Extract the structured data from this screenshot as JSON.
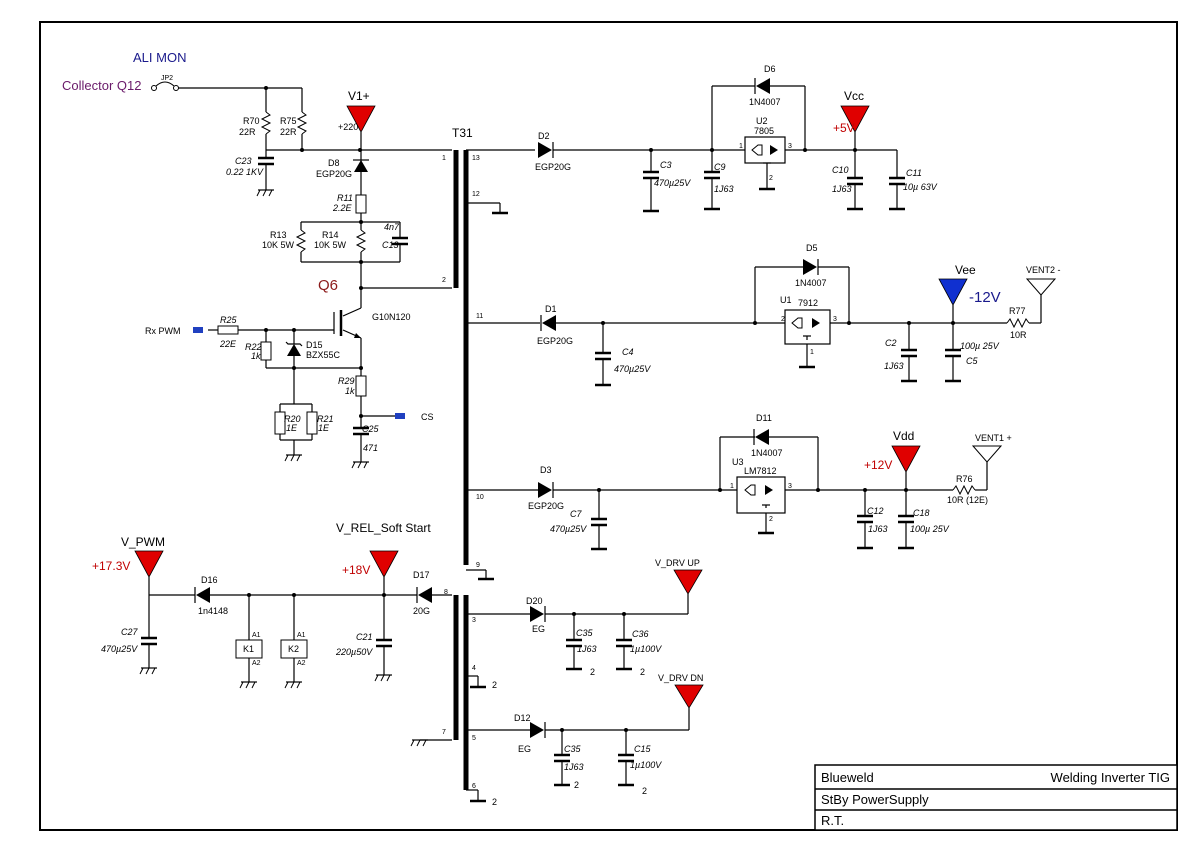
{
  "title_block": {
    "company": "Blueweld",
    "product": "Welding Inverter TIG",
    "sheet_title": "StBy PowerSupply",
    "author": "R.T."
  },
  "transformer": {
    "ref": "T31",
    "pins": [
      "1",
      "2",
      "13",
      "12",
      "11",
      "10",
      "9",
      "8",
      "3",
      "4",
      "7",
      "5",
      "6"
    ]
  },
  "nets": {
    "ali_mon": "ALI MON",
    "collector_q12": "Collector Q12",
    "jp2": "JP2",
    "v1_plus": "V1+",
    "v1_value": "+220",
    "rx_pwm": "Rx PWM",
    "cs": "CS",
    "vcc": "Vcc",
    "vcc_value": "+5V",
    "vee": "Vee",
    "vee_value": "-12V",
    "vdd": "Vdd",
    "vdd_value": "+12V",
    "vent2": "VENT2 -",
    "vent1": "VENT1 +",
    "v_pwm": "V_PWM",
    "v_pwm_value": "+17.3V",
    "v_rel": "V_REL_Soft Start",
    "v_rel_value": "+18V",
    "v_drv_up": "V_DRV UP",
    "v_drv_dn": "V_DRV DN",
    "q6": "Q6",
    "q6_part": "G10N120"
  },
  "components": {
    "r70": "R70",
    "r70_val": "22R",
    "r75": "R75",
    "r75_val": "22R",
    "c23": "C23",
    "c23_val": "0.22 1KV",
    "d8": "D8",
    "d8_val": "EGP20G",
    "r11": "R11",
    "r11_val": "2.2E",
    "r13": "R13",
    "r13_val": "10K 5W",
    "r14": "R14",
    "r14_val": "10K 5W",
    "c13": "C13",
    "c13_val": "4n7",
    "r25": "R25",
    "r25_val": "22E",
    "r22": "R22",
    "r22_val": "1k",
    "d15": "D15",
    "d15_val": "BZX55C",
    "r29": "R29",
    "r29_val": "1k",
    "r20": "R20",
    "r20_val": "1E",
    "r21": "R21",
    "r21_val": "1E",
    "c25": "C25",
    "c25_val": "471",
    "d2": "D2",
    "d2_val": "EGP20G",
    "c3": "C3",
    "c3_val": "470µ25V",
    "c9": "C9",
    "c9_val": "1J63",
    "u2": "U2",
    "u2_val": "7805",
    "d6": "D6",
    "d6_val": "1N4007",
    "c10": "C10",
    "c10_val": "1J63",
    "c11": "C11",
    "c11_val": "10µ 63V",
    "d1": "D1",
    "d1_val": "EGP20G",
    "c4": "C4",
    "c4_val": "470µ25V",
    "u1": "U1",
    "u1_val": "7912",
    "d5": "D5",
    "d5_val": "1N4007",
    "c2": "C2",
    "c2_val": "1J63",
    "c5": "C5",
    "c5_val": "100µ 25V",
    "r77": "R77",
    "r77_val": "10R",
    "d3": "D3",
    "d3_val": "EGP20G",
    "c7": "C7",
    "c7_val": "470µ25V",
    "u3": "U3",
    "u3_val": "LM7812",
    "d11": "D11",
    "d11_val": "1N4007",
    "c12": "C12",
    "c12_val": "1J63",
    "c18": "C18",
    "c18_val": "100µ 25V",
    "r76": "R76",
    "r76_val": "10R (12E)",
    "c27": "C27",
    "c27_val": "470µ25V",
    "d16": "D16",
    "d16_val": "1n4148",
    "k1": "K1",
    "k2": "K2",
    "a1": "A1",
    "a2": "A2",
    "c21": "C21",
    "c21_val": "220µ50V",
    "d17": "D17",
    "d17_val": "20G",
    "d20": "D20",
    "d20_val": "EG",
    "c35a": "C35",
    "c35a_val": "1J63",
    "c36": "C36",
    "c36_val": "1µ100V",
    "d12": "D12",
    "d12_val": "EG",
    "c35b": "C35",
    "c35b_val": "1J63",
    "c15": "C15",
    "c15_val": "1µ100V",
    "pin1": "1",
    "pin2": "2",
    "pin3": "3",
    "ground_pin": "2"
  }
}
